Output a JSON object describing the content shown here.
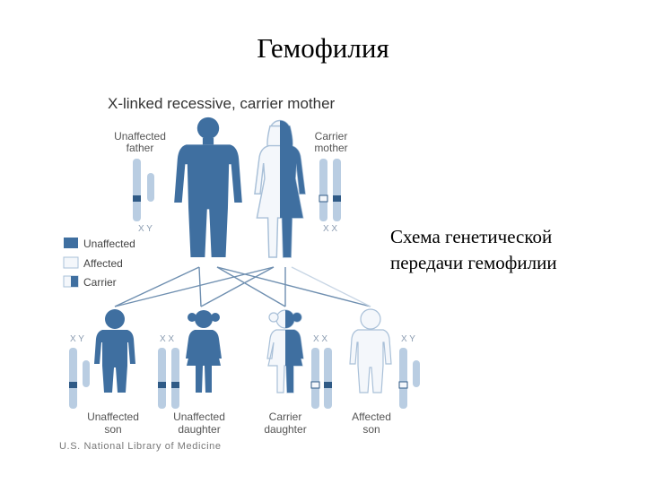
{
  "slide": {
    "title": "Гемофилия",
    "caption_line1": "Схема генетической",
    "caption_line2": "передачи гемофилии"
  },
  "diagram": {
    "title": "X-linked recessive, carrier mother",
    "father_label_1": "Unaffected",
    "father_label_2": "father",
    "mother_label_1": "Carrier",
    "mother_label_2": "mother",
    "chrom_xy": "X Y",
    "chrom_xx": "X X",
    "legend": {
      "unaffected": "Unaffected",
      "affected": "Affected",
      "carrier": "Carrier"
    },
    "children": [
      {
        "line1": "Unaffected",
        "line2": "son",
        "chrom": "X Y"
      },
      {
        "line1": "Unaffected",
        "line2": "daughter",
        "chrom": "X X"
      },
      {
        "line1": "Carrier",
        "line2": "daughter",
        "chrom": "X X"
      },
      {
        "line1": "Affected",
        "line2": "son",
        "chrom": "X Y"
      }
    ],
    "credit": "U.S. National Library of Medicine",
    "colors": {
      "unaffected": "#3f6fa0",
      "affected": "#f4f7fb",
      "outline": "#a9c0d8",
      "chromosome": "#b9cde2",
      "band": "#2f5a86"
    }
  }
}
